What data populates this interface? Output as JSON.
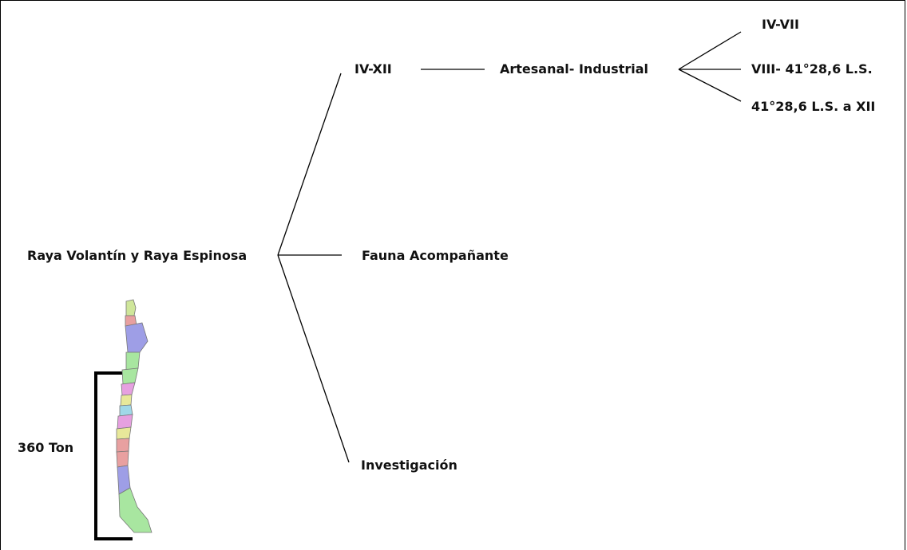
{
  "diagram": {
    "root": "Raya Volantín y Raya Espinosa",
    "branches": {
      "region": "IV-XII",
      "fleet": "Artesanal- Industrial",
      "bycatch": "Fauna Acompañante",
      "research": "Investigación"
    },
    "zones": [
      "IV-VII",
      "VIII- 41°28,6 L.S.",
      "41°28,6 L.S. a XII"
    ],
    "quota": "360 Ton"
  },
  "map": {
    "subject": "Chile regions map",
    "region_colors": [
      "#cfe69a",
      "#e8a0a0",
      "#9e9ee6",
      "#a8e6a0",
      "#e6a0e0",
      "#e8e89a",
      "#a0d8e8"
    ]
  }
}
